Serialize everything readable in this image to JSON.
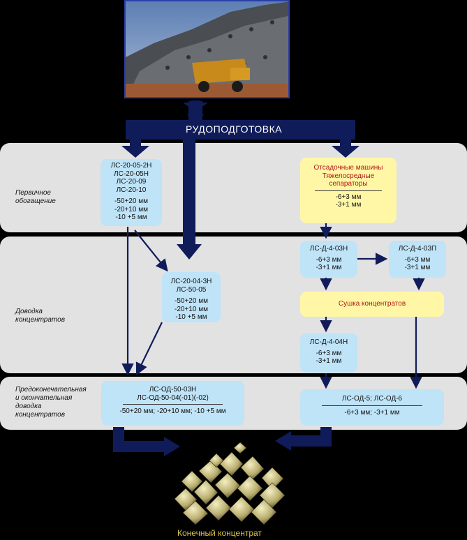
{
  "header": {
    "title": "РУДОПОДГОТОВКА"
  },
  "stages": {
    "primary": "Первичное\nобогащение",
    "finishing": "Доводка\nконцентратов",
    "final": "Предоконечательная\nи окончательная\nдоводка\nконцентратов"
  },
  "boxes": {
    "ls20_05": {
      "models": "ЛС-20-05-2Н\nЛС-20-05Н\nЛС-20-09\nЛС-20-10",
      "sizes": "-50+20 мм\n-20+10 мм\n-10 +5  мм"
    },
    "jig": {
      "models": "Отсадочные машины\nТяжелосредные\nсепараторы",
      "sizes": "-6+3 мм\n-3+1 мм"
    },
    "ls20_04": {
      "models": "ЛС-20-04-3Н\nЛС-50-05",
      "sizes": "-50+20 мм\n-20+10 мм\n-10 +5  мм"
    },
    "lsd_03n": {
      "models": "ЛС-Д-4-03Н",
      "sizes": "-6+3 мм\n-3+1 мм"
    },
    "lsd_03p": {
      "models": "ЛС-Д-4-03П",
      "sizes": "-6+3 мм\n-3+1 мм"
    },
    "drying": {
      "label": "Сушка концентратов"
    },
    "lsd_04n": {
      "models": "ЛС-Д-4-04Н",
      "sizes": "-6+3 мм\n-3+1 мм"
    },
    "lsod_50": {
      "models": "ЛС-ОД-50-03Н\nЛС-ОД-50-04(-01)(-02)",
      "sizes": "-50+20 мм; -20+10 мм; -10 +5  мм"
    },
    "lsod_5": {
      "models": "ЛС-ОД-5; ЛС-ОД-6",
      "sizes": "-6+3 мм; -3+1 мм"
    }
  },
  "footer": {
    "caption": "Конечный концентрат"
  },
  "colors": {
    "arrow": "#101c5a",
    "panel": "#e2e2e2",
    "box_blue": "#bfe3f7",
    "box_yellow": "#fff7a6",
    "text_red": "#b01515"
  }
}
